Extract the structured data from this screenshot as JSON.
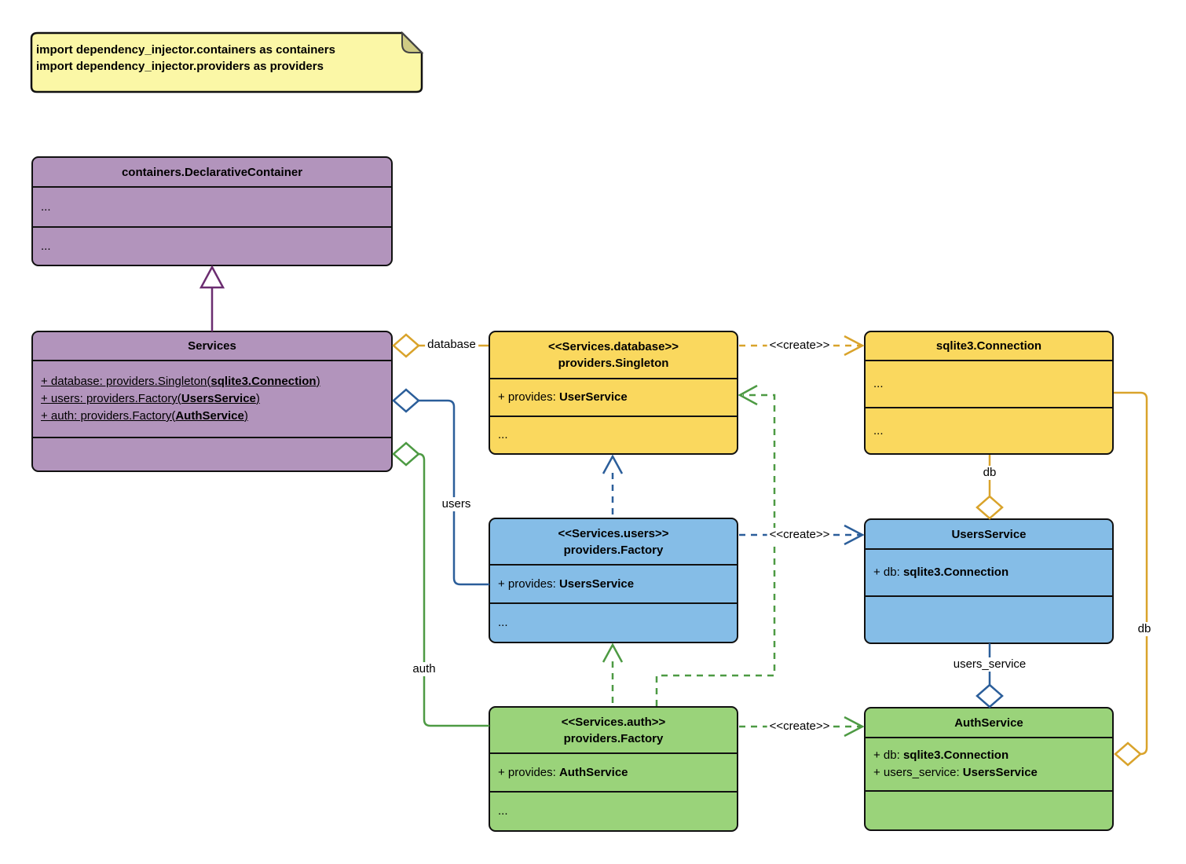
{
  "colors": {
    "purple_fill": "#B294BC",
    "purple_line": "#6B2D70",
    "yellow_fill": "#FAD85E",
    "yellow_line": "#D9A32B",
    "blue_fill": "#85BDE7",
    "blue_line": "#2B5E9A",
    "green_fill": "#9AD37A",
    "green_line": "#4D9A43",
    "note_fill": "#FBF7A6"
  },
  "note": {
    "lines": [
      "import dependency_injector.containers as containers",
      "import dependency_injector.providers as providers"
    ]
  },
  "classes": {
    "declarative": {
      "title": "containers.DeclarativeContainer",
      "s1": "...",
      "s2": "..."
    },
    "services": {
      "title": "Services",
      "attrs": [
        {
          "pre": "+ database: providers.Singleton(",
          "type": "sqlite3.Connection",
          "post": ")"
        },
        {
          "pre": "+ users: providers.Factory(",
          "type": "UsersService",
          "post": ")"
        },
        {
          "pre": "+ auth: providers.Factory(",
          "type": "AuthService",
          "post": ")"
        }
      ]
    },
    "singleton": {
      "stereotype": "<<Services.database>>",
      "name": "providers.Singleton",
      "attr_pre": "+ provides: ",
      "attr_type": "UserService",
      "more": "..."
    },
    "connection": {
      "title": "sqlite3.Connection",
      "s1": "...",
      "s2": "..."
    },
    "users_factory": {
      "stereotype": "<<Services.users>>",
      "name": "providers.Factory",
      "attr_pre": "+ provides: ",
      "attr_type": "UsersService",
      "more": "..."
    },
    "users_service": {
      "title": "UsersService",
      "attr_pre": "+ db: ",
      "attr_type": "sqlite3.Connection"
    },
    "auth_factory": {
      "stereotype": "<<Services.auth>>",
      "name": "providers.Factory",
      "attr_pre": "+ provides: ",
      "attr_type": "AuthService",
      "more": "..."
    },
    "auth_service": {
      "title": "AuthService",
      "attrs": [
        {
          "pre": "+ db: ",
          "type": "sqlite3.Connection"
        },
        {
          "pre": "+ users_service: ",
          "type": "UsersService"
        }
      ]
    }
  },
  "edges": {
    "database_label": "database",
    "users_label": "users",
    "auth_label": "auth",
    "db_label_mid": "db",
    "db_label_right": "db",
    "users_service_label": "users_service",
    "create_label": "<<create>>"
  }
}
